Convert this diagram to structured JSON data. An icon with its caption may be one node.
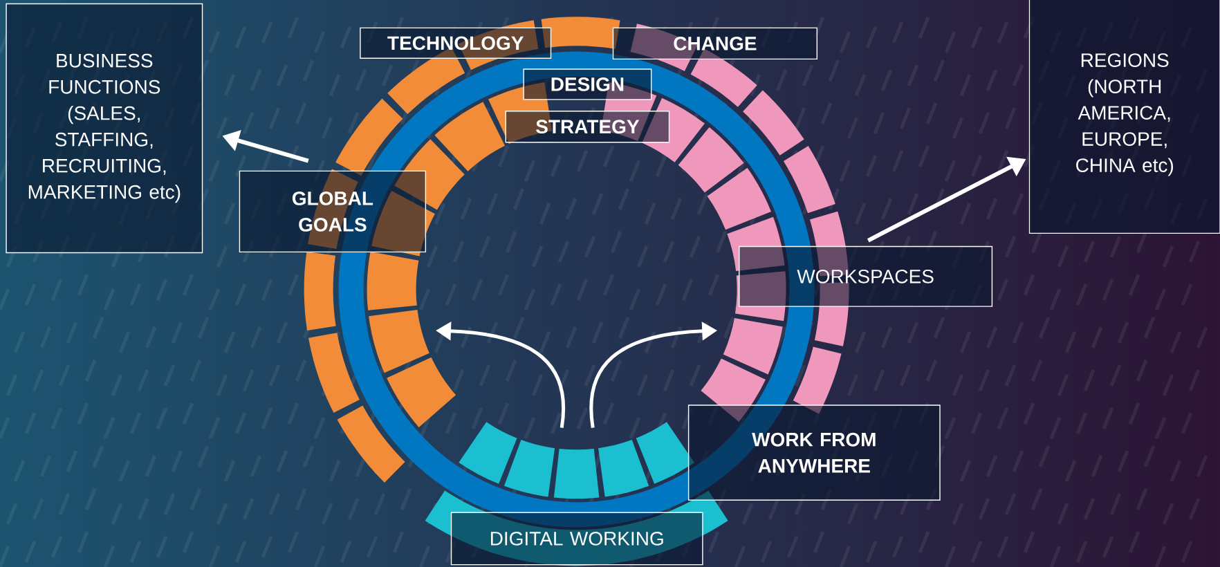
{
  "diagram": {
    "nodes": [
      {
        "text": [
          "BUSINESS FUNCTIONS (SALES, STAFFING, RECRUITING, MARKETING etc)"
        ]
      },
      {
        "text": [
          "TECHNOLOGY"
        ]
      },
      {
        "text": [
          "CHANGE"
        ]
      },
      {
        "text": [
          "DESIGN"
        ]
      },
      {
        "text": [
          "STRATEGY"
        ]
      },
      {
        "text": [
          "GLOBAL GOALS"
        ]
      },
      {
        "text": [
          "WORKSPACES"
        ]
      },
      {
        "text": [
          "REGIONS (NORTH AMERICA, EUROPE, CHINA etc)"
        ]
      },
      {
        "text": [
          "WORK FROM ANYWHERE"
        ]
      },
      {
        "text": [
          "DIGITAL WORKING"
        ]
      }
    ],
    "edges": [
      {
        "from": 5,
        "to": 0,
        "arrow": "to"
      },
      {
        "from": 6,
        "to": 7,
        "arrow": "to"
      }
    ]
  }
}
